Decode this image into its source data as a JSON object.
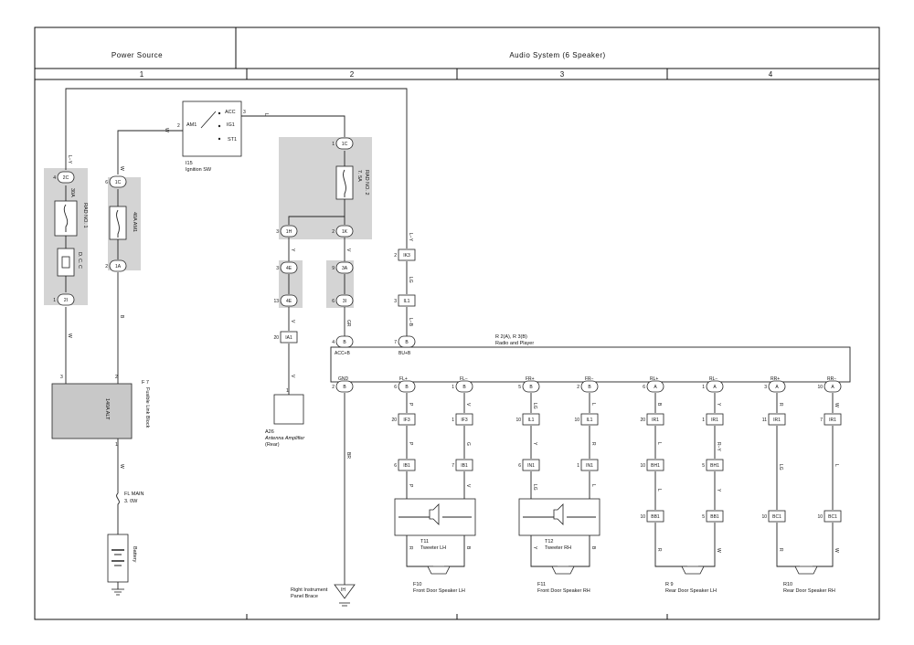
{
  "header": {
    "power_source": "Power Source",
    "audio_system": "Audio System (6 Speaker)"
  },
  "columns": [
    "1",
    "2",
    "3",
    "4"
  ],
  "components": {
    "ignition_sw": {
      "id": "I15",
      "name": "Ignition SW",
      "am1": "AM1",
      "acc": "ACC",
      "ig1": "IG1",
      "st1": "ST1",
      "pin_am1": "2",
      "pin_acc": "3"
    },
    "fuse_rad1": {
      "rating": "30A",
      "name": "RAD NO. 1"
    },
    "fuse_am1": {
      "rating": "40A AM1"
    },
    "fuse_rad2": {
      "rating": "7. 5A",
      "name": "RAD NO. 2"
    },
    "dcc": "D. C. C",
    "fusible_block": {
      "id": "F 7",
      "name": "Fusible Link Block",
      "alt": "140A ALT"
    },
    "fl_main": {
      "name": "FL MAIN",
      "rating": "3. 0W"
    },
    "battery": "Battery",
    "antenna_amp": {
      "id": "A26",
      "name": "Antenna Amplifier",
      "sub": "(Rear)"
    },
    "radio": {
      "id": "R 2(A), R 3(B)",
      "name": "Radio and Player"
    },
    "ground": {
      "id": "IH",
      "name": "Right Instrument",
      "name2": "Panel Brace"
    },
    "tweeter_lh": {
      "id": "T11",
      "name": "Tweeter LH"
    },
    "tweeter_rh": {
      "id": "T12",
      "name": "Tweeter RH"
    },
    "front_lh": {
      "id": "F10",
      "name": "Front Door Speaker LH"
    },
    "front_rh": {
      "id": "F11",
      "name": "Front Door Speaker RH"
    },
    "rear_lh": {
      "id": "R 9",
      "name": "Rear Door Speaker LH"
    },
    "rear_rh": {
      "id": "R10",
      "name": "Rear Door Speaker RH"
    }
  },
  "radio_pins": [
    "ACC+B",
    "BU+B",
    "GND",
    "FL+",
    "FL−",
    "FR+",
    "FR−",
    "RL+",
    "RL−",
    "RR+",
    "RR−"
  ],
  "wire_colors": [
    "L−Y",
    "W",
    "W",
    "L",
    "B",
    "W",
    "W",
    "Y",
    "V",
    "V",
    "GR",
    "L−Y",
    "LG",
    "L−B",
    "V",
    "BR",
    "P",
    "V",
    "LG",
    "L",
    "B",
    "Y",
    "R",
    "W",
    "P",
    "G",
    "Y",
    "R",
    "L",
    "R−Y",
    "LG",
    "L",
    "P",
    "V",
    "LG",
    "L",
    "L",
    "Y",
    "R",
    "W",
    "R",
    "W",
    "R",
    "B",
    "Y",
    "B",
    "R",
    "W",
    "R",
    "W"
  ],
  "connectors": [
    "2C",
    "1C",
    "2I",
    "1A",
    "1C",
    "1H",
    "1K",
    "4E",
    "4E",
    "3A",
    "3I",
    "IA1",
    "IK3",
    "IL1",
    "B",
    "B",
    "B",
    "B",
    "B",
    "B",
    "B",
    "A",
    "A",
    "A",
    "A",
    "IF3",
    "IF3",
    "IL1",
    "IL1",
    "IR1",
    "IR1",
    "IR1",
    "IR1",
    "IB1",
    "IB1",
    "IN1",
    "IN1",
    "BH1",
    "BH1",
    "BB1",
    "BB1",
    "BC1",
    "BC1"
  ],
  "pins": [
    "4",
    "1",
    "6",
    "1",
    "2",
    "1",
    "3",
    "2",
    "3",
    "13",
    "9",
    "6",
    "20",
    "2",
    "3",
    "4",
    "7",
    "2",
    "6",
    "1",
    "5",
    "2",
    "6",
    "1",
    "3",
    "10",
    "20",
    "1",
    "10",
    "10",
    "20",
    "1",
    "11",
    "7",
    "6",
    "7",
    "6",
    "1",
    "10",
    "5",
    "10",
    "5",
    "10",
    "3",
    "2",
    "1"
  ]
}
